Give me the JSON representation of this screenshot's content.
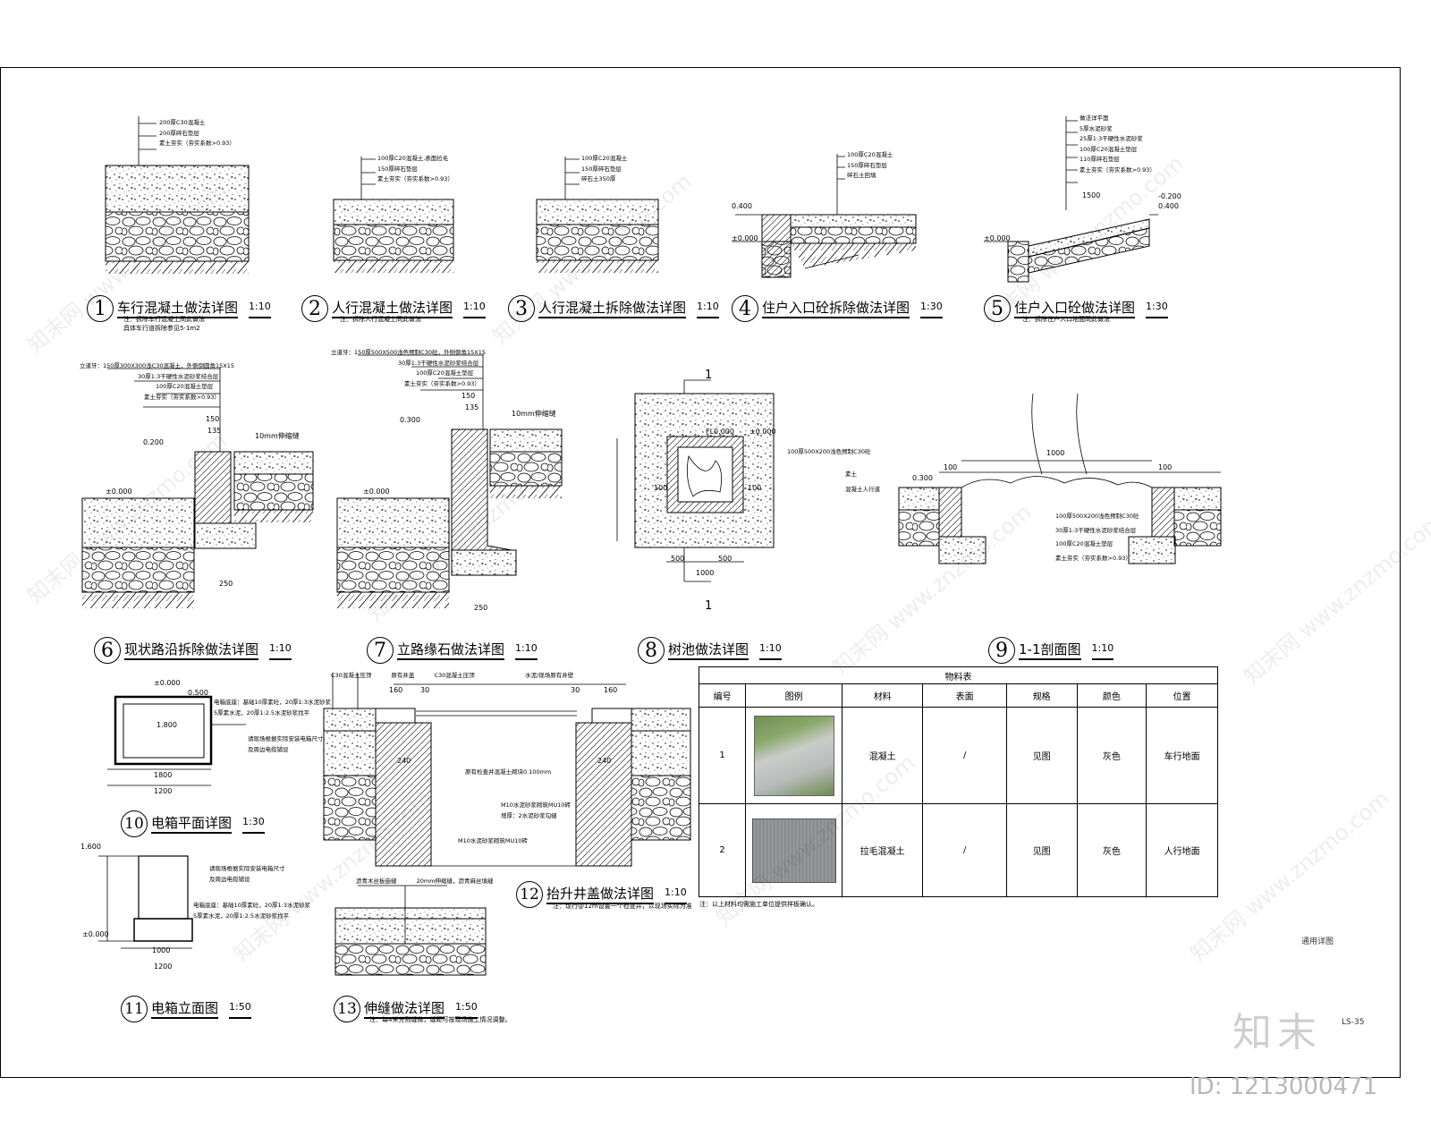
{
  "details": [
    {
      "num": "1",
      "title": "车行混凝土做法详图",
      "scale": "1:10",
      "note": "注：拆除车行混凝土同此做法\n具体车行道拆除参见5-1m2",
      "layers": [
        "200厚C30混凝土",
        "200厚碎石垫层",
        "素土夯实（夯实系数>0.93）"
      ]
    },
    {
      "num": "2",
      "title": "人行混凝土做法详图",
      "scale": "1:10",
      "note": "注：拆除人行混凝土同此做法",
      "layers": [
        "100厚C20混凝土,表面拉毛",
        "150厚碎石垫层",
        "素土夯实（夯实系数>0.93）"
      ]
    },
    {
      "num": "3",
      "title": "人行混凝土拆除做法详图",
      "scale": "1:10",
      "note": "",
      "layers": [
        "100厚C20混凝土",
        "150厚碎石垫层",
        "碎石土350厚"
      ]
    },
    {
      "num": "4",
      "title": "住户入口砼拆除做法详图",
      "scale": "1:30",
      "note": "",
      "layers": [
        "100厚C20混凝土",
        "150厚碎石垫层",
        "碎石土回填"
      ]
    },
    {
      "num": "5",
      "title": "住户入口砼做法详图",
      "scale": "1:30",
      "note": "注：拆除住户入口地面同此做法",
      "layers": [
        "做法详平面",
        "5厚水泥砂浆",
        "25厚1:3干硬性水泥砂浆",
        "100厚C20混凝土垫层",
        "110厚碎石垫层",
        "素土夯实（夯实系数>0.93）"
      ]
    },
    {
      "num": "6",
      "title": "现状路沿拆除做法详图",
      "scale": "1:10",
      "note": "",
      "layers": [
        "立道牙：150厚300X300浅C30混凝土，外侧倒圆角15X15",
        "30厚1:3干硬性水泥砂浆结合层",
        "100厚C20混凝土垫层",
        "素土夯实（夯实系数>0.93）"
      ]
    },
    {
      "num": "7",
      "title": "立路缘石做法详图",
      "scale": "1:10",
      "note": "",
      "layers": [
        "立道牙：150厚500X500浅色预制C30砼，外侧倒角15X15",
        "30厚1:3干硬性水泥砂浆结合层",
        "100厚C20混凝土垫层",
        "素土夯实（夯实系数>0.93）"
      ]
    },
    {
      "num": "8",
      "title": "树池做法详图",
      "scale": "1:10",
      "note": "",
      "layers": [
        "100厚500X200浅色预制C30砼",
        "素土",
        "混凝土人行道"
      ]
    },
    {
      "num": "9",
      "title": "1-1剖面图",
      "scale": "1:10",
      "note": "",
      "layers": [
        "100厚500X200浅色预制C30砼",
        "30厚1:3干硬性水泥砂浆结合层",
        "100厚C20混凝土垫层",
        "素土夯实（夯实系数>0.93）"
      ]
    },
    {
      "num": "10",
      "title": "电箱平面详图",
      "scale": "1:30",
      "note": "",
      "layers": [
        "电箱底座：基础10厚素砼，20厚1:3水泥砂浆",
        "5厚素水泥，20厚1:2.5水泥砂浆找平",
        "请现场根据实际安装电箱尺寸",
        "及周边电缆铺设"
      ]
    },
    {
      "num": "11",
      "title": "电箱立面图",
      "scale": "1:50",
      "note": "",
      "layers": [
        "请现场根据实际安装电箱尺寸",
        "及周边电缆铺设",
        "电箱底座：基础10厚素砼，20厚1:3水泥砂浆",
        "5厚素水泥，20厚1:2.5水泥砂浆找平"
      ]
    },
    {
      "num": "12",
      "title": "抬升井盖做法详图",
      "scale": "1:10",
      "note": "注：现行@12m设置一个检查井，以现场实际为准",
      "layers": [
        "C30混凝土压顶",
        "原有井盖",
        "C30混凝土压顶",
        "水泥/现场原有井壁",
        "原有检查井混凝土砌块0.100mm",
        "M10水泥砂浆砌筑MU10砖",
        "M10水泥砂浆砌筑MU10砖",
        "增厚：2水泥砂浆勾缝"
      ]
    },
    {
      "num": "13",
      "title": "伸缝做法详图",
      "scale": "1:50",
      "note": "注：每4米分割缝做，缝距可按现场施工情况调整。",
      "layers": [
        "沥青木丝板嵌缝",
        "20mm伸缩缝，沥青麻丝填缝"
      ]
    }
  ],
  "materials": {
    "title": "物料表",
    "headers": [
      "编号",
      "图例",
      "材料",
      "表面",
      "规格",
      "颜色",
      "位置"
    ],
    "rows": [
      {
        "id": "1",
        "material": "混凝土",
        "surface": "/",
        "spec": "见图",
        "color": "灰色",
        "location": "车行地面"
      },
      {
        "id": "2",
        "material": "拉毛混凝土",
        "surface": "/",
        "spec": "见图",
        "color": "灰色",
        "location": "人行地面"
      }
    ],
    "note": "注：以上材料均需施工单位提供样板确认。"
  },
  "dims": {
    "d1": "1500",
    "d2": "0.400",
    "d3": "±0.000",
    "d4": "150",
    "d5": "135",
    "d6": "0.200",
    "d7": "10mm伸缩缝",
    "d8": "250",
    "d9": "0.300",
    "d10": "FL0.000",
    "d11": "1000",
    "d12": "500",
    "d13": "100",
    "d14": "±0.000",
    "d15": "0.500",
    "d16": "1.800",
    "d17": "1800",
    "d18": "1200",
    "d19": "1.600",
    "d20": "1000",
    "d21": "160",
    "d22": "30",
    "d23": "240",
    "d24": "1",
    "d25": "-0.200"
  },
  "watermark": "知末网 www.znzmo.com",
  "brand": "知末",
  "brand_id": "ID: 1213000471",
  "sheet_label": "通用详图",
  "sheet_no": "LS-35"
}
